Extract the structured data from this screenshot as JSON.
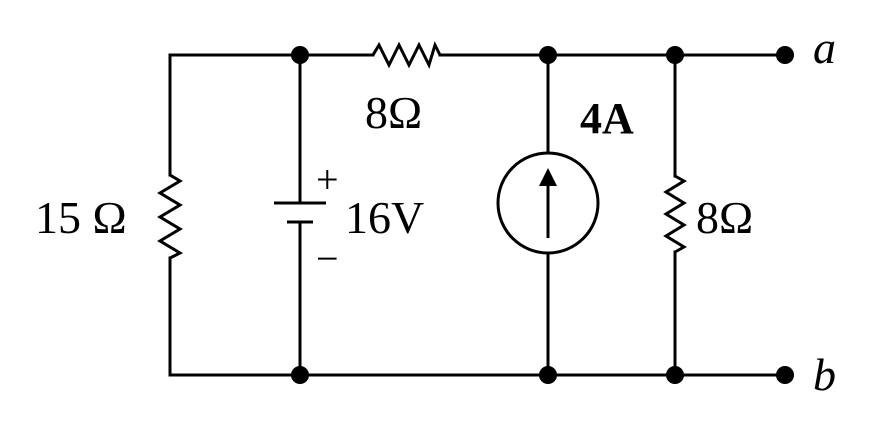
{
  "labels": {
    "r_series": "8Ω",
    "r_left": "15 Ω",
    "r_right": "8Ω",
    "voltage_source": "16V",
    "current_source": "4A",
    "plus_sign": "+",
    "minus_sign": "−",
    "terminal_a": "a",
    "terminal_b": "b"
  }
}
